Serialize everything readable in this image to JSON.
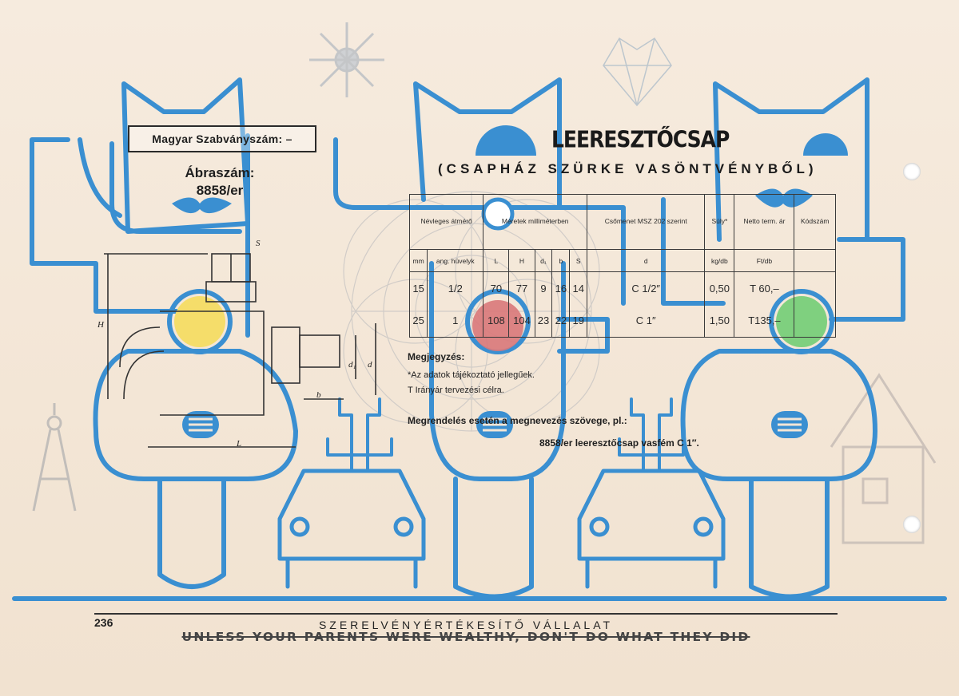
{
  "document": {
    "standard_label": "Magyar Szabványszám: –",
    "figure_label": "Ábraszám:",
    "figure_number": "8858/er",
    "title": "LEERESZTŐCSAP",
    "subtitle": "(CSAPHÁZ SZÜRKE VASÖNTVÉNYBŐL)"
  },
  "table": {
    "header": {
      "nominal": "Névleges átmérő",
      "dimensions": "Méretek milliméterben",
      "thread": "Csőmenet MSZ 202 szerint",
      "weight": "Súly*",
      "price": "Netto term. ár",
      "code": "Kódszám"
    },
    "units": [
      "mm",
      "ang. hüvelyk",
      "L",
      "H",
      "d₁",
      "b",
      "S",
      "d",
      "kg/db",
      "Ft/db",
      ""
    ],
    "rows": [
      [
        "15",
        "1/2",
        "70",
        "77",
        "9",
        "16",
        "14",
        "C 1/2″",
        "0,50",
        "T 60,–",
        ""
      ],
      [
        "25",
        "1",
        "108",
        "104",
        "23",
        "22",
        "19",
        "C 1″",
        "1,50",
        "T135,–",
        ""
      ]
    ]
  },
  "notes": {
    "heading": "Megjegyzés:",
    "line1": "*Az adatok tájékoztató jellegűek.",
    "line2": "T Irányár tervezési célra."
  },
  "order": {
    "text": "Megrendelés esetén a megnevezés szövege, pl.:",
    "example": "8858/er leeresztőcsap vasfém C 1″."
  },
  "drawing_labels": {
    "s": "S",
    "h": "H",
    "d1": "d₁",
    "d": "d",
    "b": "b",
    "l": "L"
  },
  "footer": {
    "page_number": "236",
    "company": "SZERELVÉNYÉRTÉKESÍTŐ VÁLLALAT",
    "slogan": "UNLESS YOUR PARENTS WERE WEALTHY, DON'T DO WHAT THEY DID"
  },
  "colors": {
    "paper": "#f3e6d6",
    "line_blue": "#3a8fd1",
    "light_yellow": "#f5dd6a",
    "light_red": "#d9787a",
    "light_green": "#7fd07f",
    "ghost_gray": "#c9c6c4"
  },
  "icons": [
    "cat-rider-icon",
    "scooter-icon",
    "car-icon",
    "castle-icon",
    "house-icon",
    "compass-icon",
    "sun-icon",
    "heart-icon",
    "mustache-icon"
  ]
}
